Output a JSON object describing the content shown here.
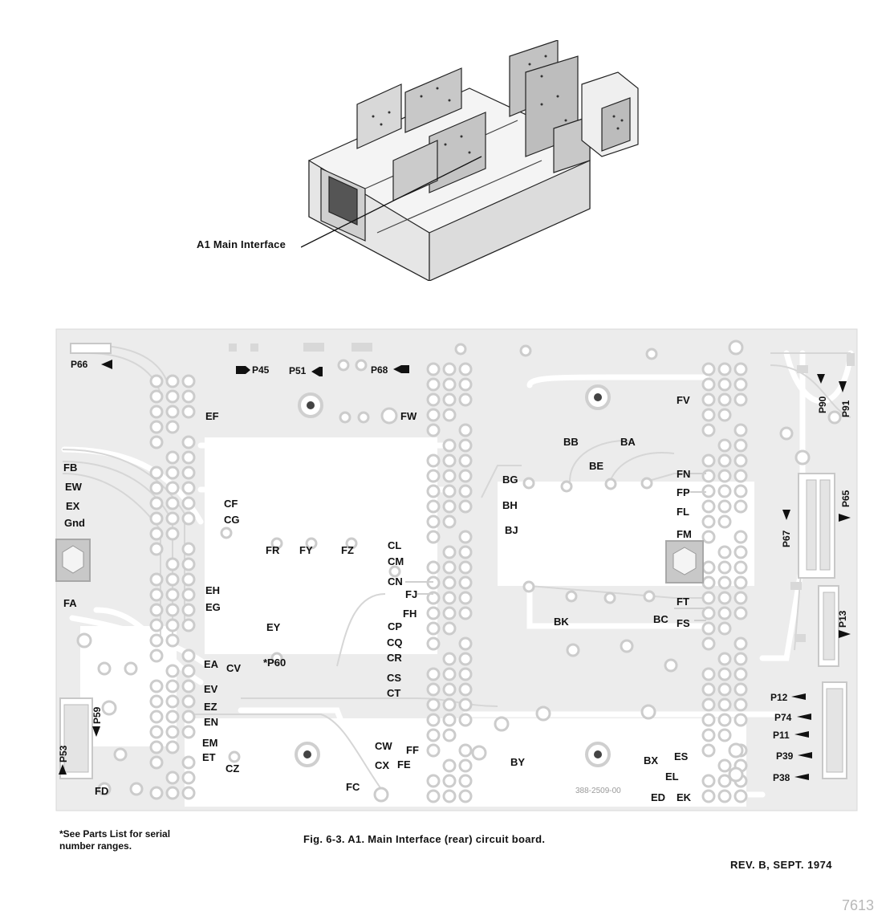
{
  "callout_label": "A1 Main Interface",
  "footnote": "*See Parts List for serial number ranges.",
  "caption": "Fig. 6-3. A1. Main Interface (rear) circuit board.",
  "revision": "REV. B, SEPT. 1974",
  "page_number": "7613",
  "board_part_number": "388-2509-00",
  "test_points": [
    "EF",
    "FW",
    "FV",
    "BB",
    "BA",
    "BE",
    "FN",
    "FP",
    "FL",
    "FM",
    "FB",
    "EW",
    "EX",
    "Gnd",
    "CF",
    "CG",
    "BG",
    "BH",
    "BJ",
    "FR",
    "FY",
    "FZ",
    "CL",
    "CM",
    "CN",
    "FJ",
    "FH",
    "EH",
    "EG",
    "FA",
    "EY",
    "CP",
    "CQ",
    "CR",
    "BK",
    "BC",
    "FT",
    "FS",
    "EA",
    "CV",
    "*P60",
    "CS",
    "CT",
    "EV",
    "EZ",
    "EN",
    "EM",
    "ET",
    "CZ",
    "CW",
    "CX",
    "FF",
    "FE",
    "BY",
    "BX",
    "ES",
    "EL",
    "ED",
    "EK",
    "FC",
    "FD"
  ],
  "connectors": [
    "P66",
    "P45",
    "P51",
    "P68",
    "P90",
    "P91",
    "P65",
    "P67",
    "P13",
    "P12",
    "P74",
    "P11",
    "P39",
    "P38",
    "P59",
    "P53"
  ],
  "colors": {
    "board": "#ececec",
    "trace": "#ffffff",
    "ink": "#111111",
    "pad": "#e2e2e2"
  }
}
